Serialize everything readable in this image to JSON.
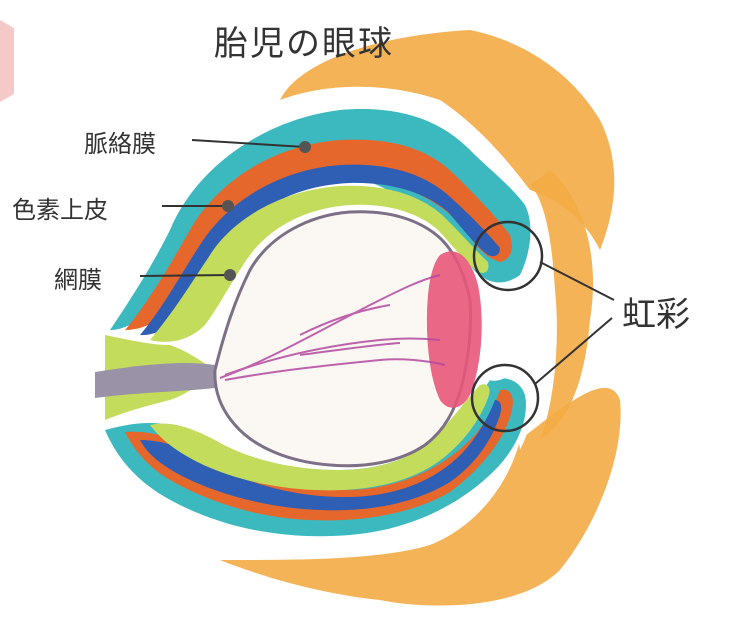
{
  "title": "胎児の眼球",
  "labels": {
    "choroid": "脈絡膜",
    "pigment_epithelium": "色素上皮",
    "retina": "網膜",
    "iris": "虹彩"
  },
  "colors": {
    "sclera": "#f2a63a",
    "choroid_cyan": "#38b7bd",
    "orange_layer": "#e5672b",
    "blue_layer": "#2f5fb5",
    "retina_green": "#c3dc5c",
    "lens_red": "#e8567a",
    "vessel": "#b34aa0",
    "corner_tab": "#f6c9c9"
  }
}
